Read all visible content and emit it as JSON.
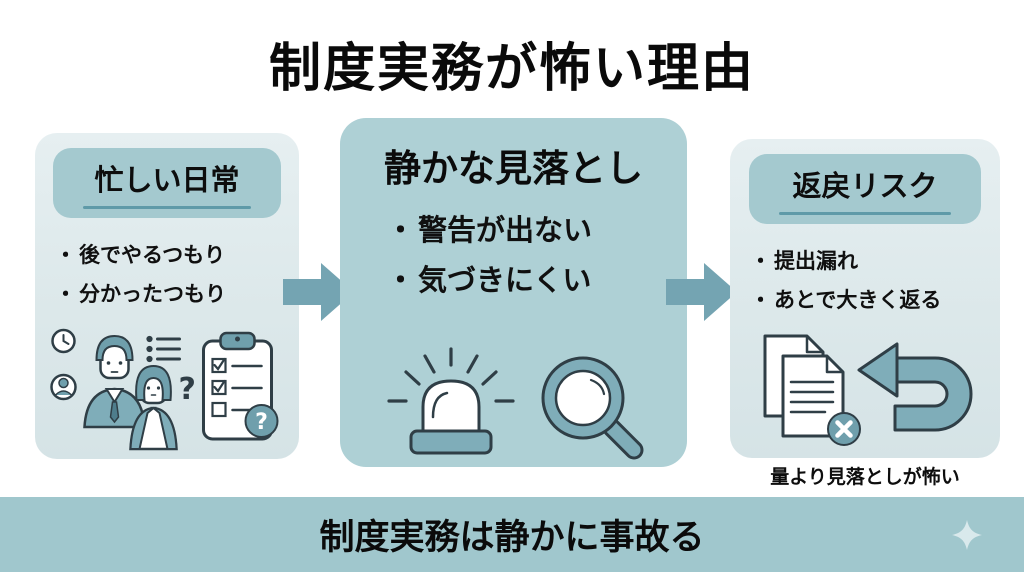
{
  "title": "制度実務が怖い理由",
  "bullet_char": "・",
  "panels": [
    {
      "header": "忙しい日常",
      "bullets": [
        "後でやるつもり",
        "分かったつもり"
      ],
      "icons": [
        "clock-icon",
        "person-badge-icon",
        "businessman-icon",
        "businesswoman-icon",
        "list-icon",
        "question-mark",
        "clipboard-checklist-icon",
        "question-badge-icon"
      ]
    },
    {
      "header": "静かな見落とし",
      "bullets": [
        "警告が出ない",
        "気づきにくい"
      ],
      "icons": [
        "siren-icon",
        "magnifying-glass-icon"
      ]
    },
    {
      "header": "返戻リスク",
      "bullets": [
        "提出漏れ",
        "あとで大きく返る"
      ],
      "icons": [
        "rejected-documents-icon",
        "return-arrow-icon"
      ]
    }
  ],
  "caption": "量より見落としが怖い",
  "banner": {
    "text": "制度実務は静かに事故る",
    "icon": "sparkle-icon"
  },
  "glyphs": {
    "question": "?"
  },
  "colors": {
    "background": "#ffffff",
    "panel_light": "#dce8ea",
    "panel_teal": "#aed0d5",
    "header_pill": "#a4c9cf",
    "pill_underline": "#5f9aa8",
    "arrow": "#74a4b2",
    "banner": "#a0c7cd",
    "icon_outline": "#2f3e46",
    "icon_teal": "#6f9fac",
    "icon_teal_light": "#7fadb9",
    "text": "#0d0d0d"
  }
}
